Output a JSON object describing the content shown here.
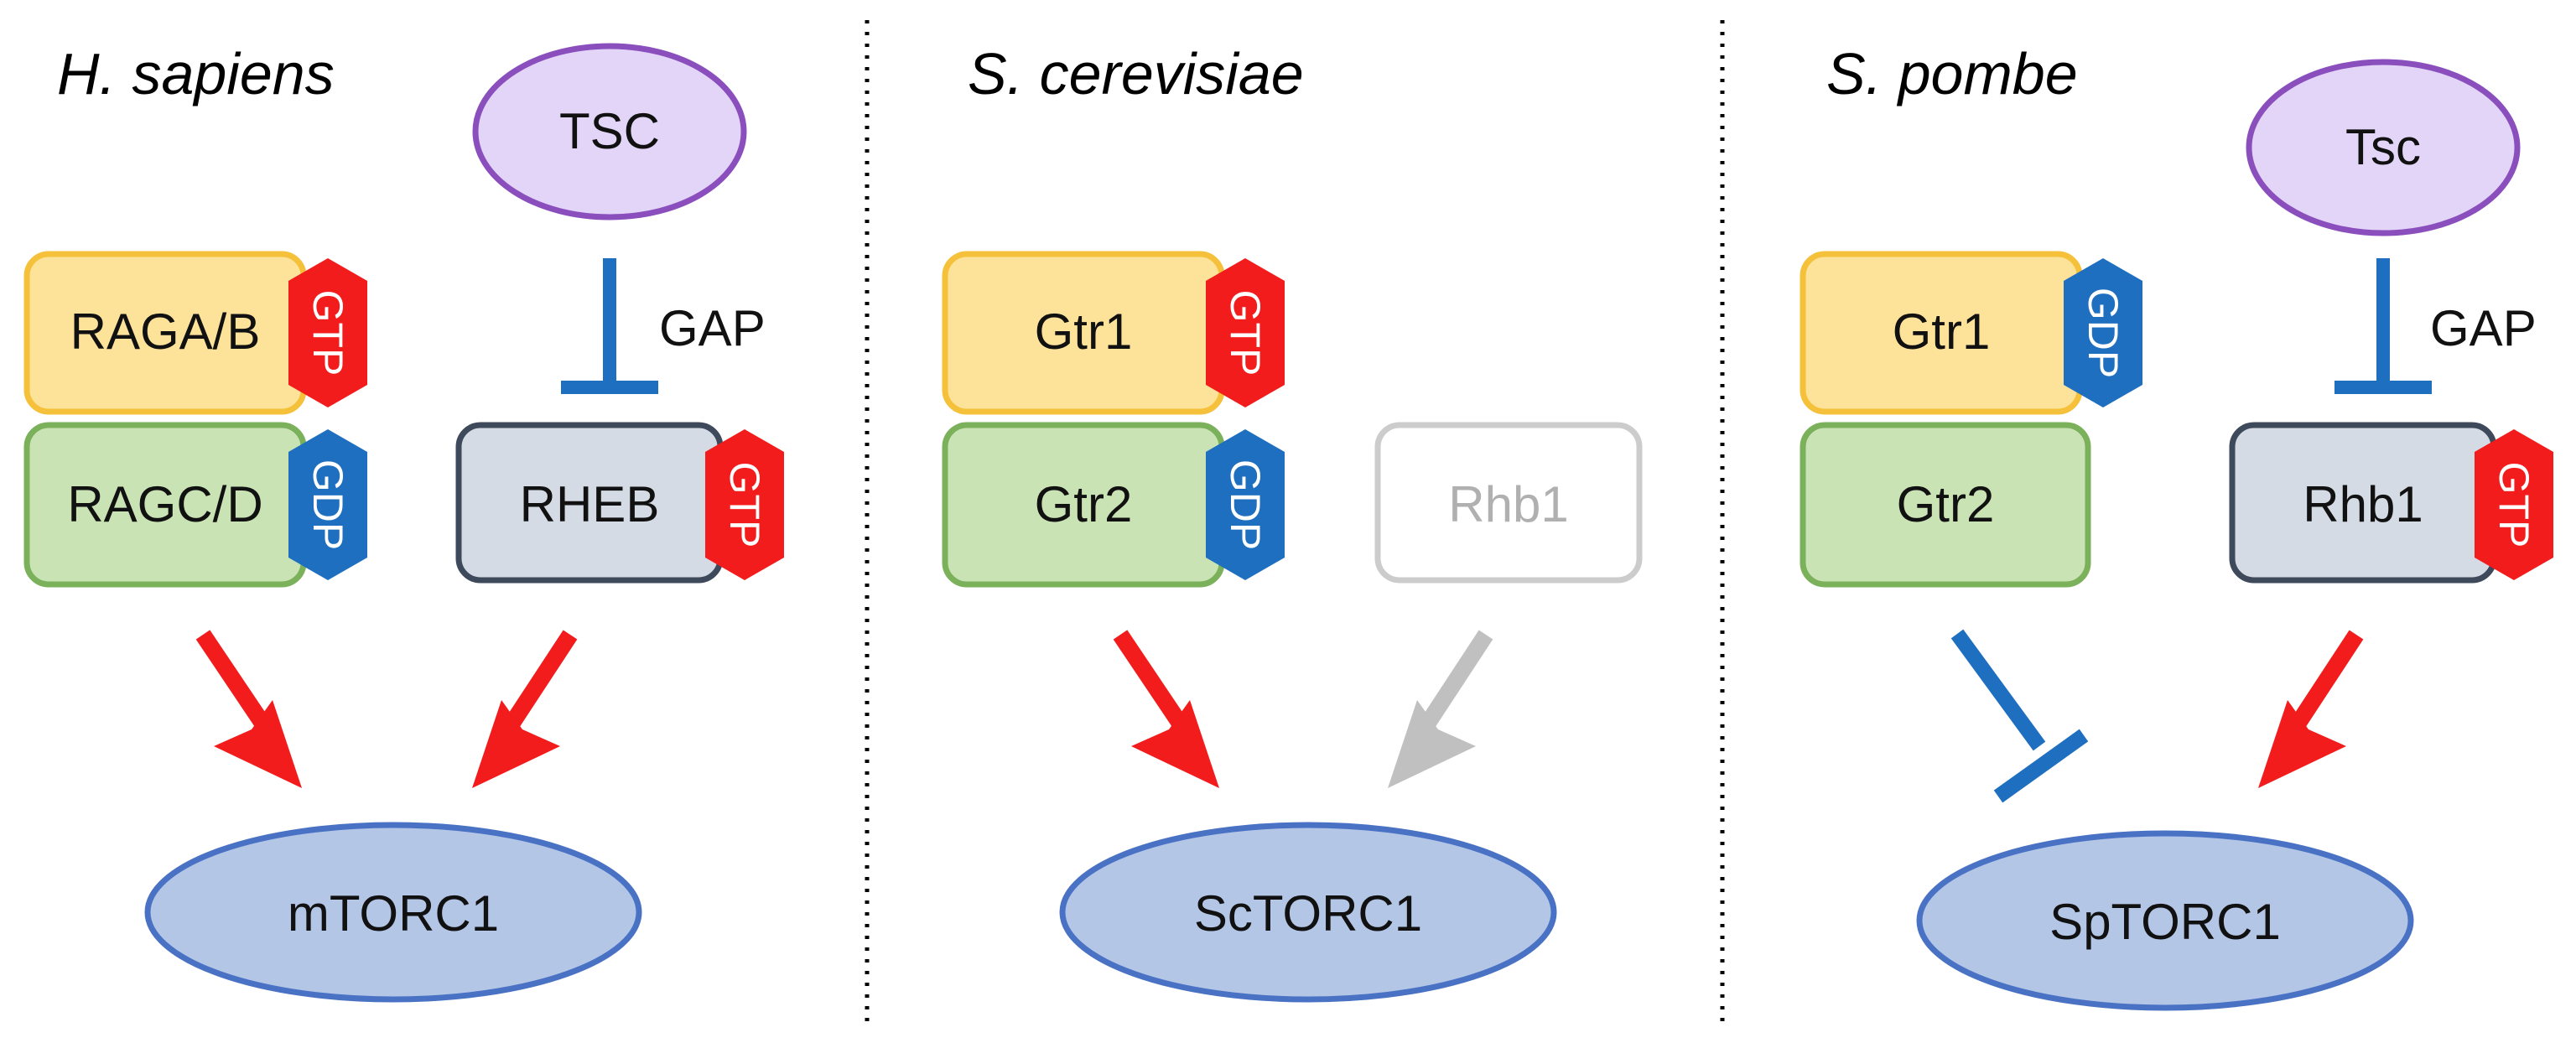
{
  "colors": {
    "tsc_fill": "#e3d5f8",
    "tsc_stroke": "#8a4fbd",
    "torc_fill": "#b3c6e6",
    "torc_stroke": "#4a72c4",
    "rag_a_fill": "#fde39a",
    "rag_a_stroke": "#f6c13a",
    "rag_c_fill": "#c9e3b5",
    "rag_c_stroke": "#7ab15a",
    "rheb_fill": "#d5dbe4",
    "rheb_stroke": "#3e4a5c",
    "gtp": "#f21c1c",
    "gdp": "#1f6fc1",
    "activation": "#f21c1c",
    "inhibition": "#1f6fc1",
    "faded_stroke": "#cccccc",
    "faded_text": "#b0b0b0",
    "faded_arrow": "#c0c0c0"
  },
  "panels": {
    "human": {
      "title": "H. sapiens",
      "regulator": "TSC",
      "gap_label": "GAP",
      "rag_upper": "RAGA/B",
      "rag_upper_nuc": "GTP",
      "rag_lower": "RAGC/D",
      "rag_lower_nuc": "GDP",
      "rheb": "RHEB",
      "rheb_nuc": "GTP",
      "torc": "mTORC1"
    },
    "cerevisiae": {
      "title": "S. cerevisiae",
      "rag_upper": "Gtr1",
      "rag_upper_nuc": "GTP",
      "rag_lower": "Gtr2",
      "rag_lower_nuc": "GDP",
      "rheb": "Rhb1",
      "torc": "ScTORC1"
    },
    "pombe": {
      "title": "S. pombe",
      "regulator": "Tsc",
      "gap_label": "GAP",
      "rag_upper": "Gtr1",
      "rag_upper_nuc": "GDP",
      "rag_lower": "Gtr2",
      "rheb": "Rhb1",
      "rheb_nuc": "GTP",
      "torc": "SpTORC1"
    }
  }
}
